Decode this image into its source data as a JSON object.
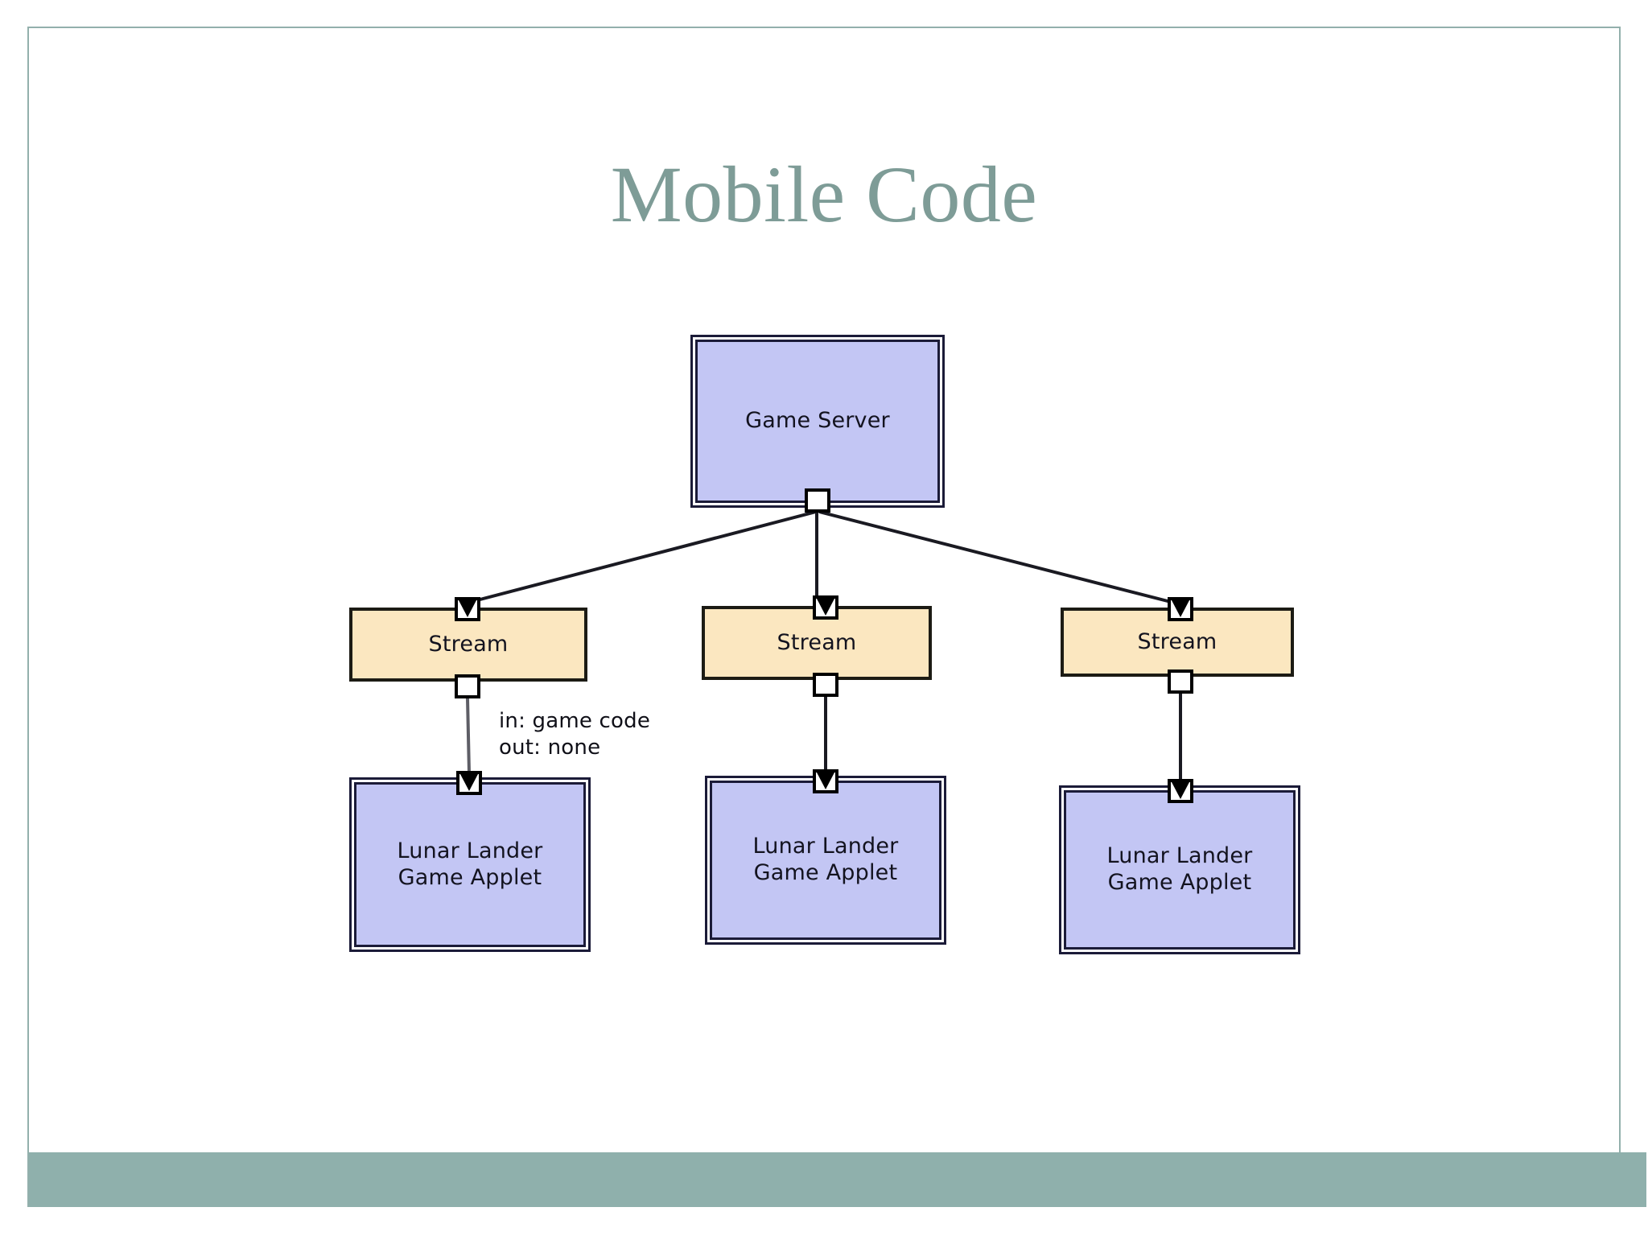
{
  "slide": {
    "title": "Mobile Code",
    "title_color": "#7e9c97",
    "footer_bar_color": "#8fb0ac",
    "frame_border_color": "#93b0ac",
    "background": "#ffffff"
  },
  "diagram": {
    "type": "component-deployment-diagram",
    "server": {
      "label": "Game Server",
      "fill": "#c3c6f4",
      "border": "#1b1b38"
    },
    "streams": [
      {
        "label": "Stream",
        "fill": "#fbe7c0",
        "border": "#1c1b14"
      },
      {
        "label": "Stream",
        "fill": "#fbe7c0",
        "border": "#1c1b14"
      },
      {
        "label": "Stream",
        "fill": "#fbe7c0",
        "border": "#1c1b14"
      }
    ],
    "applets": [
      {
        "label": "Lunar Lander\nGame Applet",
        "fill": "#c3c6f4",
        "border": "#1b1b38"
      },
      {
        "label": "Lunar Lander\nGame Applet",
        "fill": "#c3c6f4",
        "border": "#1b1b38"
      },
      {
        "label": "Lunar Lander\nGame Applet",
        "fill": "#c3c6f4",
        "border": "#1b1b38"
      }
    ],
    "annotation": "in: game code\nout: none",
    "edge_color": "#1a1a22"
  }
}
